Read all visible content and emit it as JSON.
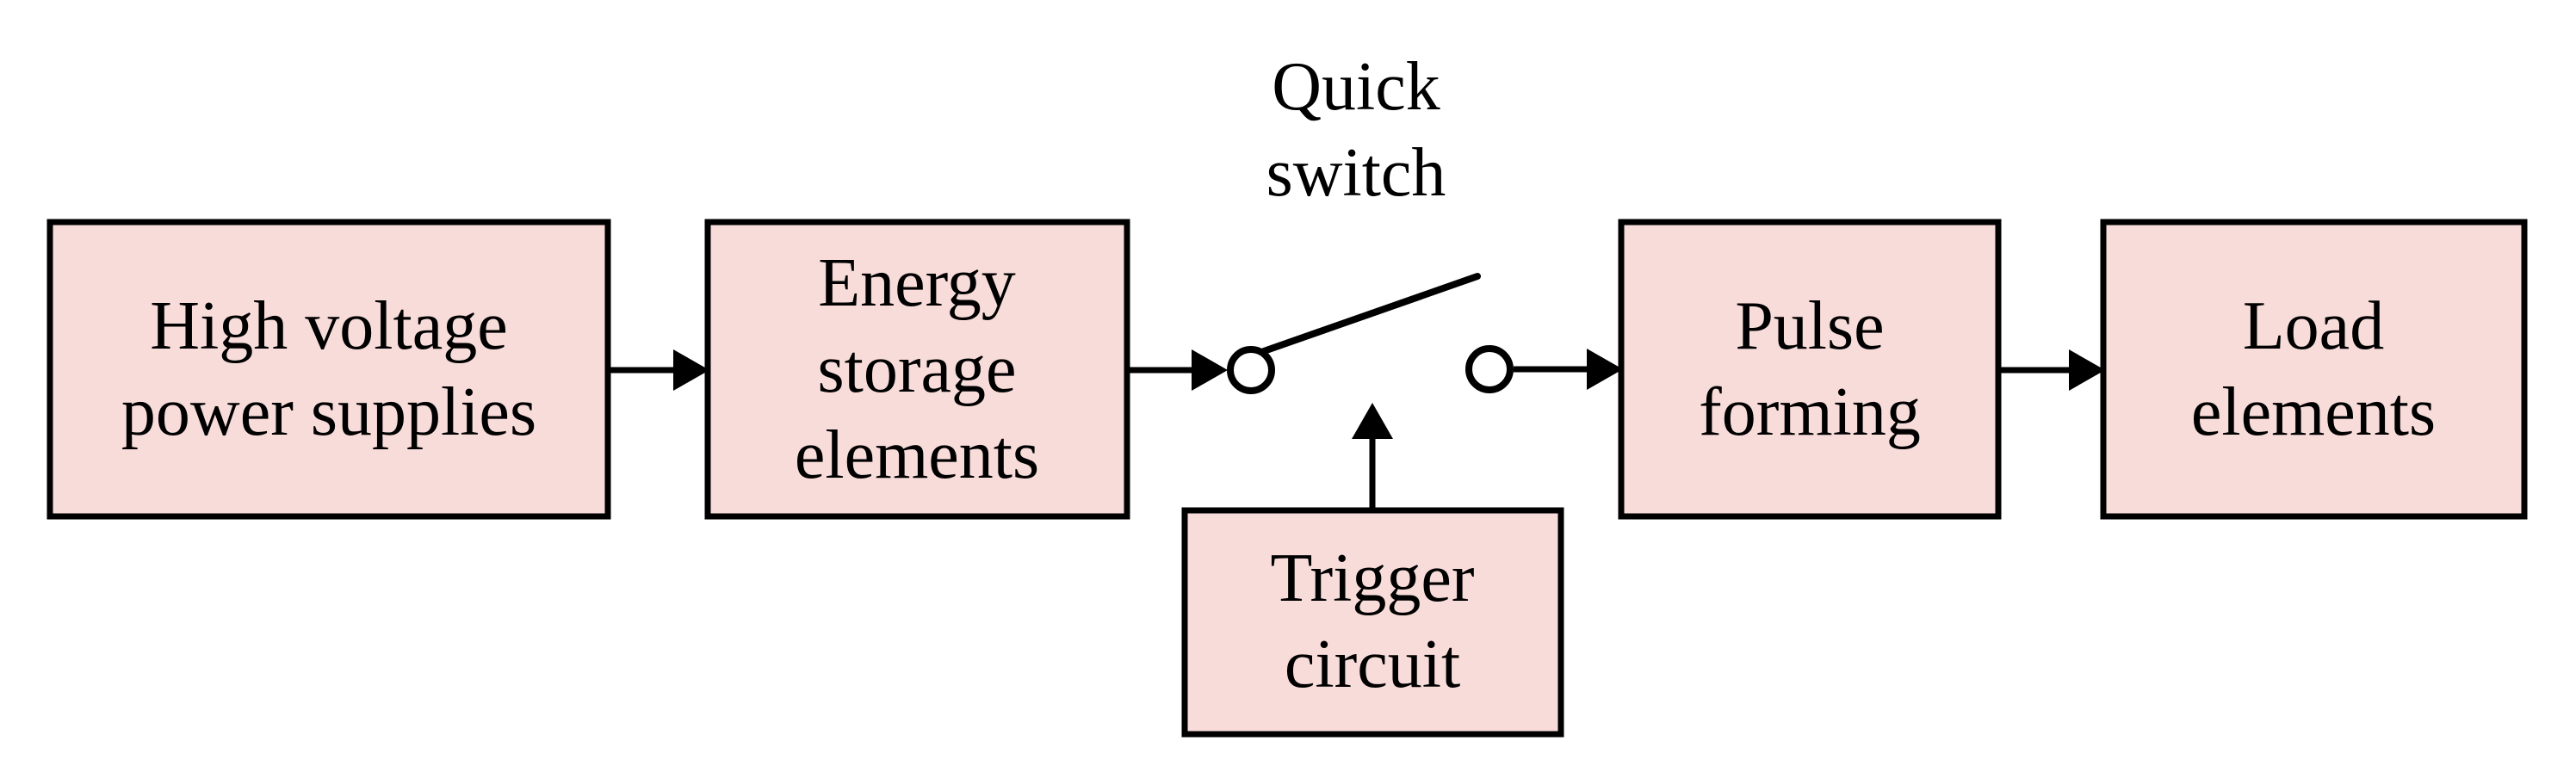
{
  "diagram": {
    "colors": {
      "box_fill": "#f8dcda",
      "box_stroke": "#000000",
      "line": "#000000",
      "terminal_fill": "#ffffff",
      "background": "#ffffff",
      "text": "#000000"
    },
    "boxes": {
      "high_voltage": {
        "lines": [
          "High voltage",
          "power supplies"
        ]
      },
      "energy_storage": {
        "lines": [
          "Energy",
          "storage",
          "elements"
        ]
      },
      "pulse_forming": {
        "lines": [
          "Pulse",
          "forming"
        ]
      },
      "load_elements": {
        "lines": [
          "Load",
          "elements"
        ]
      },
      "trigger_circuit": {
        "lines": [
          "Trigger",
          "circuit"
        ]
      }
    },
    "labels": {
      "quick_switch": {
        "lines": [
          "Quick",
          "switch"
        ]
      }
    },
    "icons": {
      "quick_switch": "open-switch-icon"
    }
  }
}
